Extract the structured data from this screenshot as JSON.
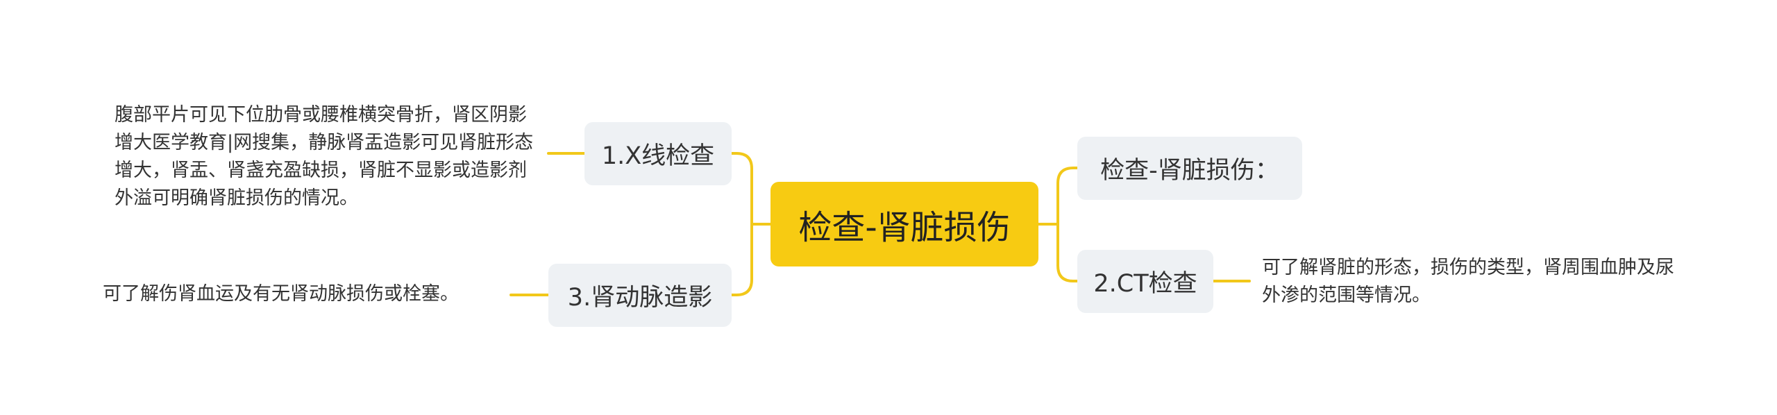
{
  "mindmap": {
    "root": {
      "label": "检查-肾脏损伤"
    },
    "branches": {
      "xray": {
        "label": "1.X线检查",
        "detail": "腹部平片可见下位肋骨或腰椎横突骨折，肾区阴影增大医学教育|网搜集，静脉肾盂造影可见肾脏形态增大，肾盂、肾盏充盈缺损，肾脏不显影或造影剂外溢可明确肾脏损伤的情况。"
      },
      "angiography": {
        "label": "3.肾动脉造影",
        "detail": "可了解伤肾血运及有无肾动脉损伤或栓塞。"
      },
      "exam_title": {
        "label": "检查-肾脏损伤："
      },
      "ct": {
        "label": "2.CT检查",
        "detail": "可了解肾脏的形态，损伤的类型，肾周围血肿及尿外渗的范围等情况。"
      }
    }
  },
  "colors": {
    "root_fill": "#f7cb12",
    "branch_fill": "#eef1f4",
    "connector": "#f2c81a",
    "text": "#333333"
  }
}
